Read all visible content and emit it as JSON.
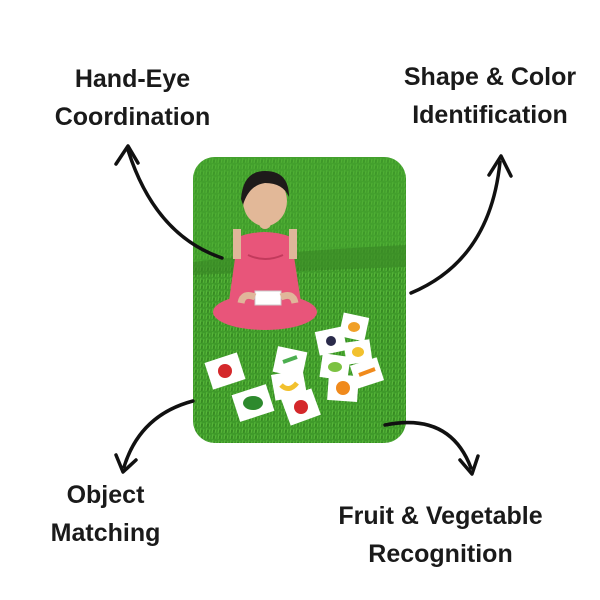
{
  "skills": {
    "top_left": {
      "line1": "Hand-Eye",
      "line2": "Coordination"
    },
    "top_right": {
      "line1": "Shape & Color",
      "line2": "Identification"
    },
    "bottom_left": {
      "line1": "Object",
      "line2": "Matching"
    },
    "bottom_right": {
      "line1": "Fruit & Vegetable",
      "line2": "Recognition"
    }
  },
  "colors": {
    "text": "#1a1a1a",
    "arrow": "#111111",
    "grass": "#3f9a2a",
    "dress": "#e8557a"
  }
}
